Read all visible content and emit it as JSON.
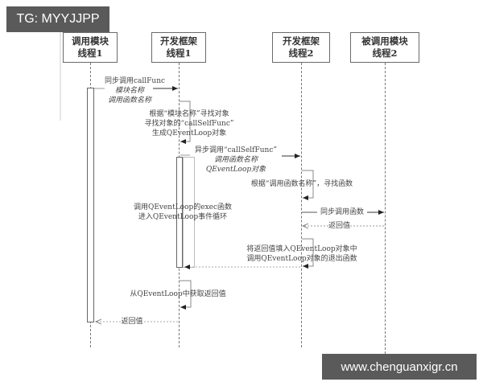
{
  "watermarks": {
    "top_left": "TG: MYYJJPP",
    "bottom_right": "www.chenguanxigr.cn"
  },
  "lifelines": [
    {
      "line1": "调用模块",
      "line2": "线程1"
    },
    {
      "line1": "开发框架",
      "line2": "线程1"
    },
    {
      "line1": "开发框架",
      "line2": "线程2"
    },
    {
      "line1": "被调用模块",
      "line2": "线程2"
    }
  ],
  "messages": {
    "m1": {
      "title": "同步调用callFunc",
      "sub1": "模块名称",
      "sub2": "调用函数名称"
    },
    "m2": {
      "line1": "根据“模块名称”寻找对象",
      "line2": "寻找对象的“callSelfFunc”",
      "line3": "生成QEventLoop对象"
    },
    "m3": {
      "title": "异步调用“callSelfFunc”",
      "sub1": "调用函数名称",
      "sub2": "QEventLoop对象"
    },
    "m4": {
      "line1": "根据“调用函数名称”，寻找函数"
    },
    "m5": {
      "line1": "调用QEventLoop的exec函数",
      "line2": "进入QEventLoop事件循环"
    },
    "m6": {
      "label": "同步调用函数"
    },
    "m7": {
      "label": "返回值"
    },
    "m8": {
      "line1": "将返回值填入QEventLoop对象中",
      "line2": "调用QEventLoop对象的退出函数"
    },
    "m9": {
      "line1": "从QEventLoop中获取返回值"
    },
    "m10": {
      "label": "返回值"
    }
  }
}
